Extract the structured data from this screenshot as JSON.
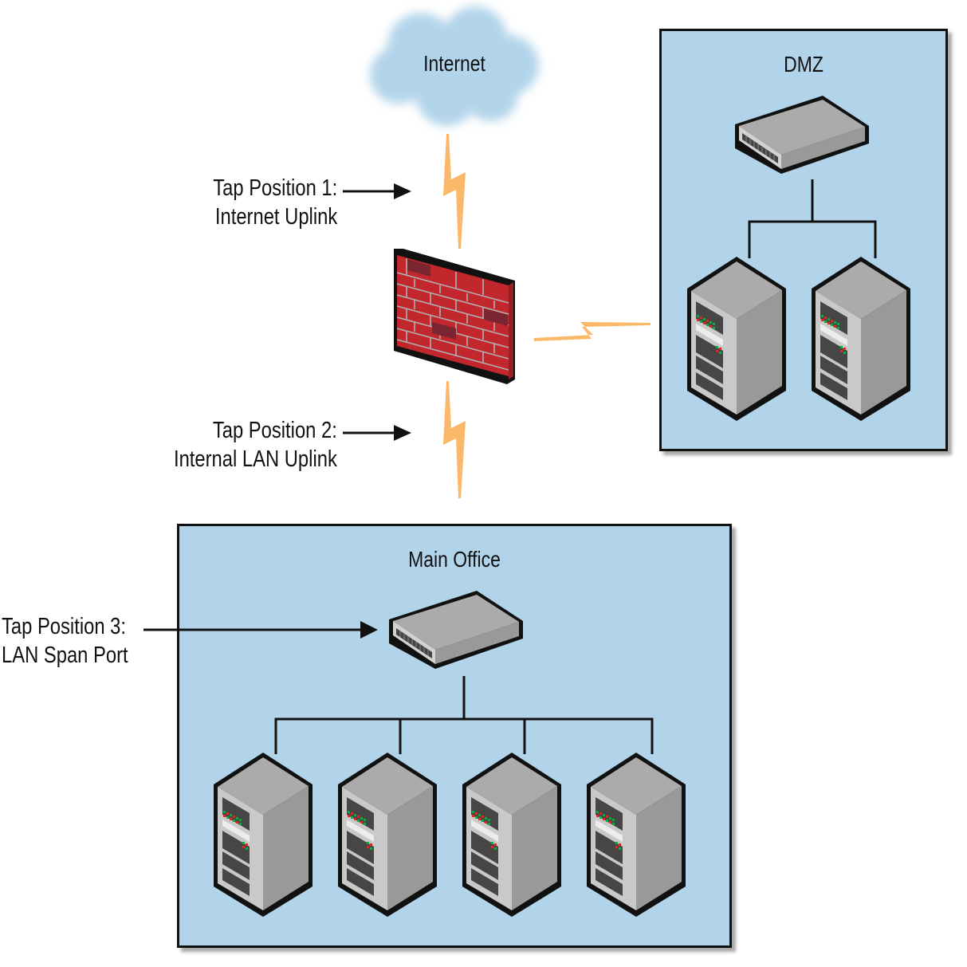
{
  "cloud": {
    "label": "Internet"
  },
  "zones": {
    "dmz": {
      "title": "DMZ",
      "server_count": 2
    },
    "main_office": {
      "title": "Main Office",
      "server_count": 4
    }
  },
  "taps": [
    {
      "line1": "Tap Position 1:",
      "line2": "Internet Uplink"
    },
    {
      "line1": "Tap Position 2:",
      "line2": "Internal LAN Uplink"
    },
    {
      "line1": "Tap Position 3:",
      "line2": "LAN Span Port"
    }
  ],
  "colors": {
    "zone_fill": "#b2d4ea",
    "cloud_fill": "#b2d4ea",
    "link": "#fbb868",
    "brick": "#c1272d",
    "brick_dark": "#7a2530",
    "device_gray": "#a9a9a9"
  }
}
